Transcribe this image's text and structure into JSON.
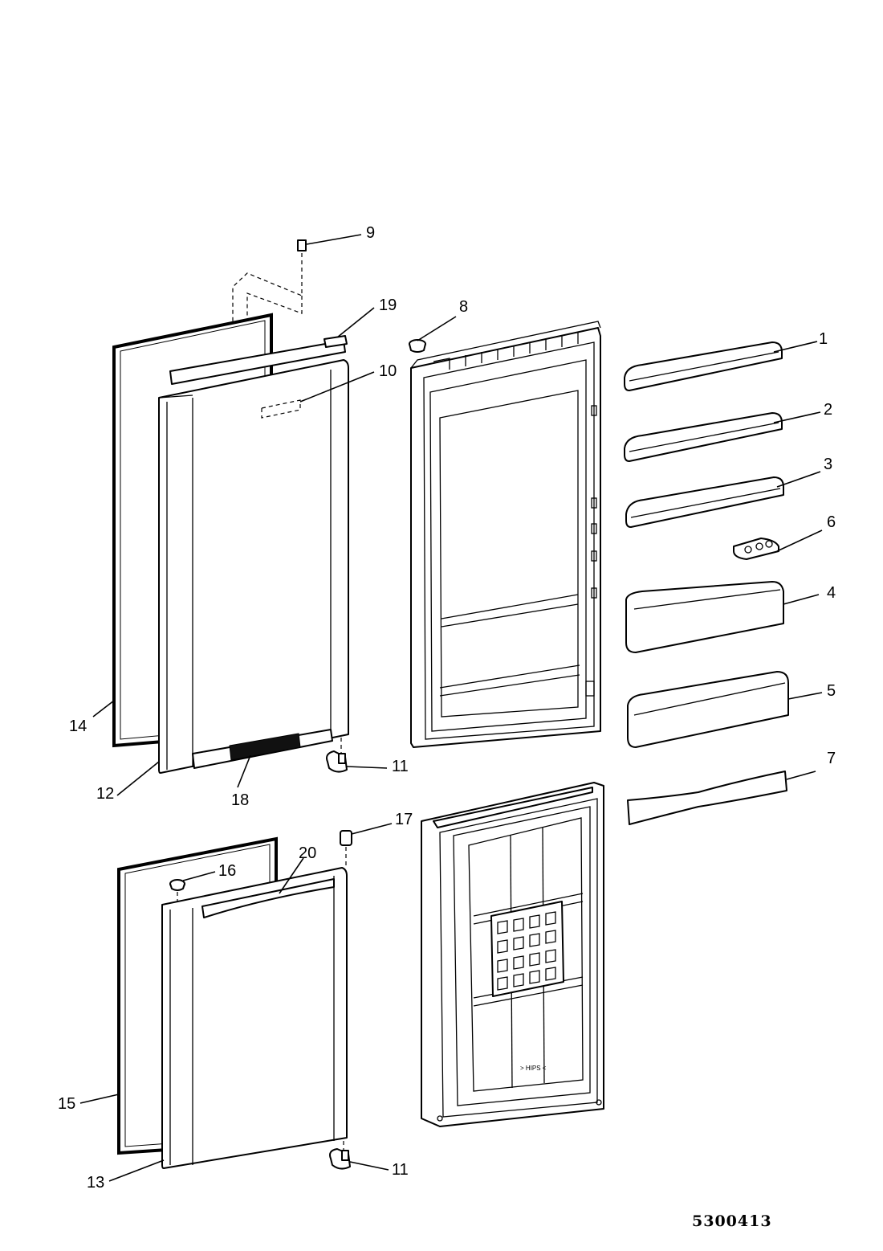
{
  "callouts": {
    "c1": "1",
    "c2": "2",
    "c3": "3",
    "c4": "4",
    "c5": "5",
    "c6": "6",
    "c7": "7",
    "c8": "8",
    "c9": "9",
    "c10": "10",
    "c11a": "11",
    "c11b": "11",
    "c12": "12",
    "c13": "13",
    "c14": "14",
    "c15": "15",
    "c16": "16",
    "c17": "17",
    "c18": "18",
    "c19": "19",
    "c20": "20"
  },
  "drawing_code": "5300413",
  "door_panel_mark": "> HIPS <"
}
